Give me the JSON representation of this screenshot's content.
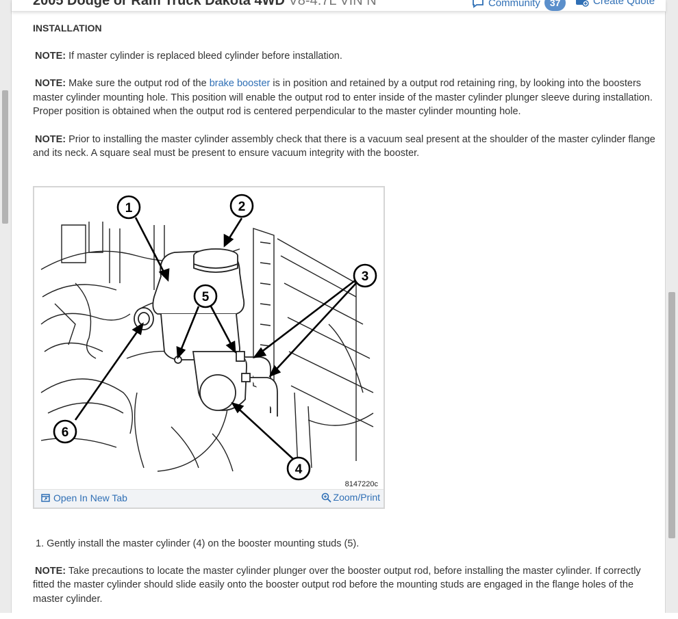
{
  "header": {
    "vehicle_title": "2005 Dodge or Ram Truck Dakota 4WD",
    "vehicle_engine": "V8-4.7L VIN N",
    "community_label": "Community",
    "community_count": "37",
    "create_quote_label": "Create Quote"
  },
  "section": {
    "heading": "INSTALLATION"
  },
  "notes": [
    {
      "label": "NOTE:",
      "text": " If master cylinder is replaced bleed cylinder before installation."
    },
    {
      "label": "NOTE:",
      "text_before": " Make sure the output rod of the ",
      "link_text": "brake booster",
      "text_after": " is in position and retained by a output rod retaining ring, by looking into the boosters master cylinder mounting hole. This position will enable the output rod to enter inside of the master cylinder plunger sleeve during installation. Proper position is obtained when the output rod is centered perpendicular to the master cylinder mounting hole."
    },
    {
      "label": "NOTE:",
      "text": " Prior to installing the master cylinder assembly check that there is a vacuum seal present at the shoulder of the master cylinder flange and its neck. A square seal must be present to ensure vacuum integrity with the booster."
    }
  ],
  "figure": {
    "callouts": [
      "1",
      "2",
      "3",
      "4",
      "5",
      "6"
    ],
    "code": "8147220c",
    "open_tab_label": "Open In New Tab",
    "zoom_label": "Zoom/Print"
  },
  "steps": [
    {
      "text": "1. Gently install the master cylinder (4) on the booster mounting studs (5)."
    }
  ],
  "step_note": {
    "label": "NOTE:",
    "text": " Take precautions to locate the master cylinder plunger over the booster output rod, before installing the master cylinder. If correctly fitted the master cylinder should slide easily onto the booster output rod before the mounting studs are engaged in the flange holes of the master cylinder."
  },
  "colors": {
    "link": "#2f6fb5",
    "badge": "#5b8fcb",
    "text": "#333333"
  }
}
